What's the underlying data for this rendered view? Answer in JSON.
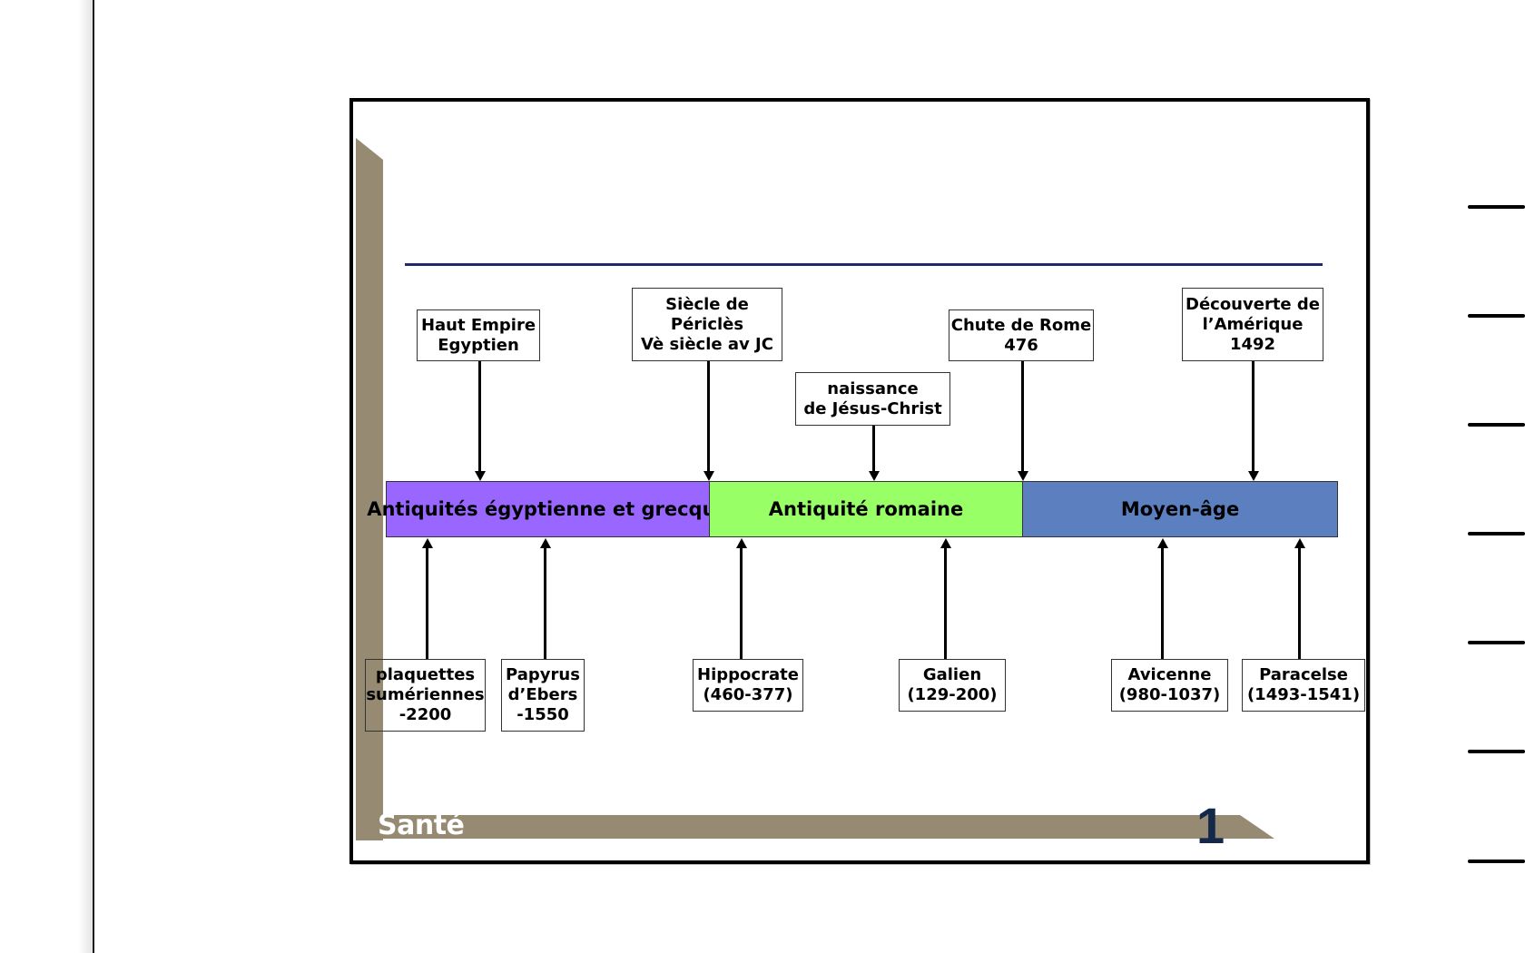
{
  "slide": {
    "footer_label": "Santé",
    "slide_number": "1"
  },
  "timeline": {
    "periods": [
      {
        "label": "Antiquités égyptienne et grecque",
        "color": "#9966ff"
      },
      {
        "label": "Antiquité romaine",
        "color": "#99ff66"
      },
      {
        "label": "Moyen-âge",
        "color": "#5b7fbf"
      }
    ],
    "events_above": [
      {
        "label": "Haut Empire\nEgyptien"
      },
      {
        "label": "Siècle de\nPériclès\nVè siècle av JC"
      },
      {
        "label": "naissance\nde Jésus-Christ"
      },
      {
        "label": "Chute de Rome\n476"
      },
      {
        "label": "Découverte de\nl’Amérique\n1492"
      }
    ],
    "events_below": [
      {
        "label": "plaquettes\nsumériennes\n-2200"
      },
      {
        "label": "Papyrus\nd’Ebers\n-1550"
      },
      {
        "label": "Hippocrate\n(460-377)"
      },
      {
        "label": "Galien\n(129-200)"
      },
      {
        "label": "Avicenne\n(980-1037)"
      },
      {
        "label": "Paracelse\n(1493-1541)"
      }
    ]
  },
  "colors": {
    "accent_tan": "#968a72",
    "title_rule": "#1f2a6b",
    "slide_number": "#14284a"
  }
}
